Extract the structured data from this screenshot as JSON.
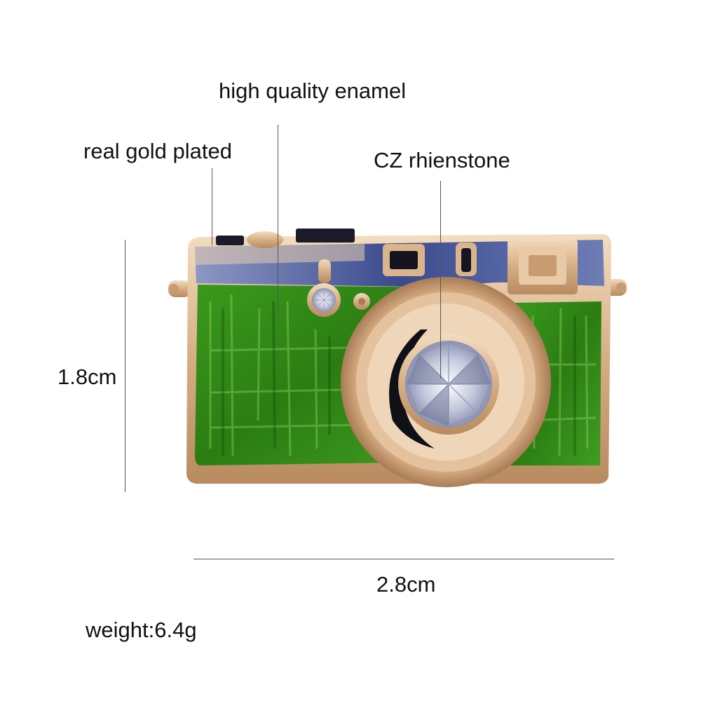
{
  "annotations": {
    "enamel": "high quality enamel",
    "gold": "real gold plated",
    "stone": "CZ rhienstone"
  },
  "dimensions": {
    "height": "1.8cm",
    "width": "2.8cm"
  },
  "weight": "weight:6.4g",
  "colors": {
    "enamel_green": "#2f8a16",
    "gold": "#d9b48c",
    "blue_enamel": "#4a5a9c",
    "crystal": "#c8cde0"
  }
}
